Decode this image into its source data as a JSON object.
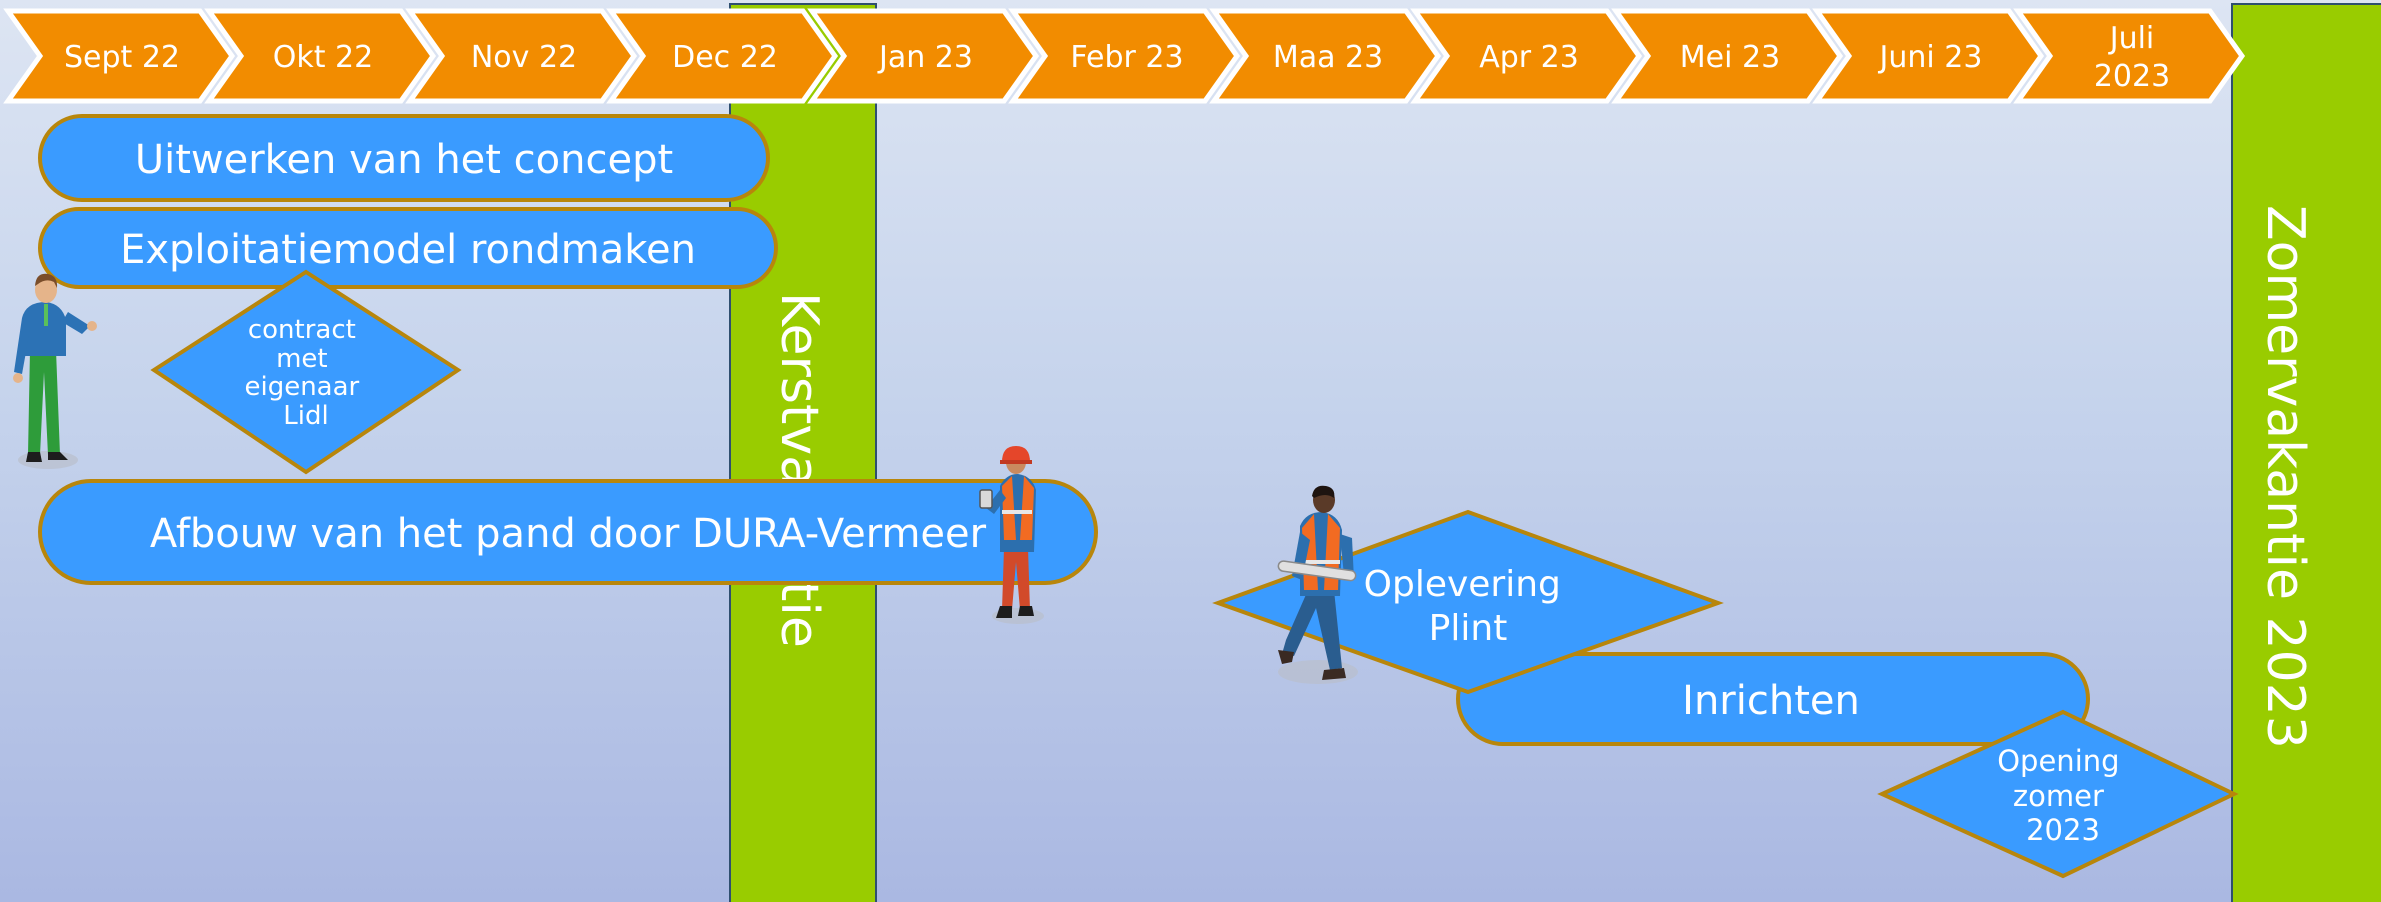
{
  "colors": {
    "month_fill": "#f28c00",
    "month_stroke": "#ffffff",
    "block_fill": "#3a9bff",
    "block_stroke": "#b8860b",
    "holiday_fill": "#99cc00",
    "holiday_stroke": "#2f4f6f",
    "background_top": "#dde5f3",
    "background_bottom": "#aab8e2"
  },
  "months": [
    "Sept 22",
    "Okt 22",
    "Nov 22",
    "Dec 22",
    "Jan 23",
    "Febr 23",
    "Maa 23",
    "Apr 23",
    "Mei 23",
    "Juni 23",
    [
      "Juli",
      "2023"
    ]
  ],
  "holidays": {
    "christmas": "Kerstvakantie",
    "summer": "Zomervakantie 2023"
  },
  "tasks": {
    "concept": "Uitwerken van het concept",
    "exploitation": "Exploitatiemodel rondmaken",
    "construction": "Afbouw van het pand door DURA-Vermeer",
    "furnishing": "Inrichten"
  },
  "milestones": {
    "contract": [
      "contract",
      "met",
      "eigenaar",
      "Lidl"
    ],
    "delivery": [
      "Oplevering",
      "Plint"
    ],
    "opening": [
      "Opening",
      "zomer",
      "2023"
    ]
  },
  "figures": {
    "consultant": "businessman-figure",
    "worker_phone": "construction-worker-figure",
    "worker_walking": "walking-worker-figure"
  }
}
